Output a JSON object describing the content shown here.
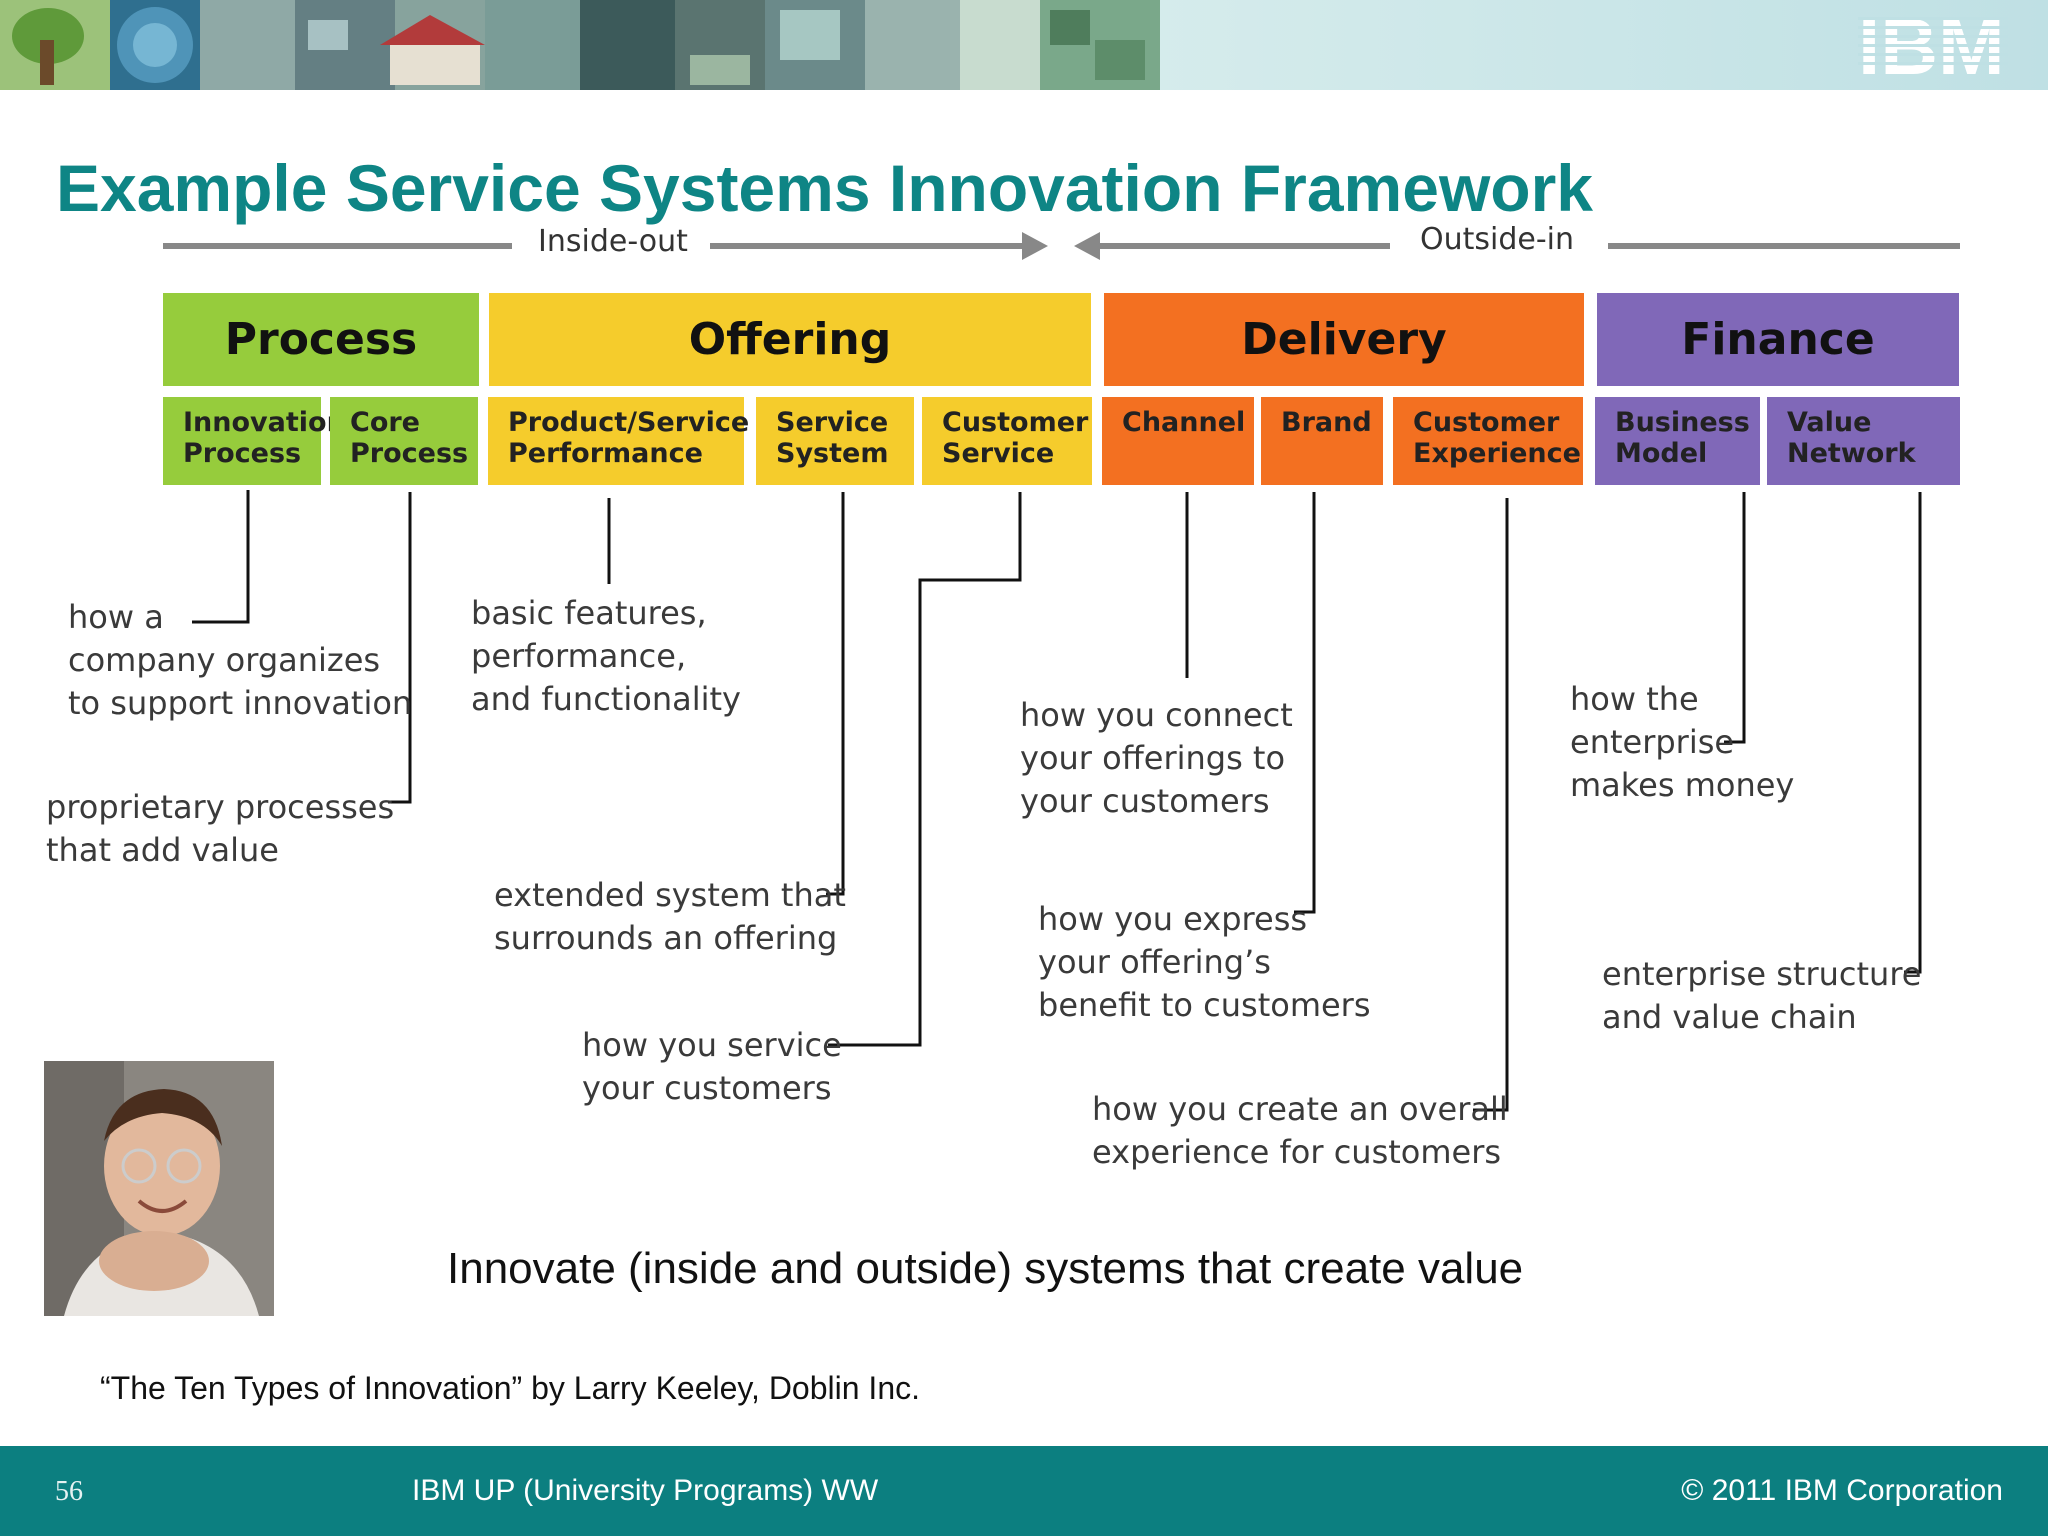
{
  "brand": {
    "logo_text": "IBM"
  },
  "slide": {
    "title": "Example Service Systems Innovation Framework",
    "inside_out": "Inside-out",
    "outside_in": "Outside-in",
    "caption": "Innovate (inside and outside) systems that create value",
    "citation": "“The Ten Types of Innovation” by Larry Keeley, Doblin Inc."
  },
  "categories": [
    {
      "label": "Process",
      "color": "#96cc3c"
    },
    {
      "label": "Offering",
      "color": "#f5cc2c"
    },
    {
      "label": "Delivery",
      "color": "#f37021"
    },
    {
      "label": "Finance",
      "color": "#8068b8"
    }
  ],
  "types": [
    {
      "line1": "Innovation",
      "line2": "Process"
    },
    {
      "line1": "Core",
      "line2": "Process"
    },
    {
      "line1": "Product/Service",
      "line2": "Performance"
    },
    {
      "line1": "Service",
      "line2": "System"
    },
    {
      "line1": "Customer",
      "line2": "Service"
    },
    {
      "line1": "Channel",
      "line2": ""
    },
    {
      "line1": "Brand",
      "line2": ""
    },
    {
      "line1": "Customer",
      "line2": "Experience"
    },
    {
      "line1": "Business",
      "line2": "Model"
    },
    {
      "line1": "Value",
      "line2": "Network"
    }
  ],
  "descriptions": {
    "innovation_process": [
      "how a",
      "company organizes",
      "to support innovation"
    ],
    "core_process": [
      "proprietary processes",
      "that add value"
    ],
    "product_performance": [
      "basic features,",
      "performance,",
      "and functionality"
    ],
    "service_system": [
      "extended system that",
      "surrounds an offering"
    ],
    "customer_service": [
      "how you service",
      "your customers"
    ],
    "channel": [
      "how you connect",
      "your offerings to",
      "your customers"
    ],
    "brand": [
      "how you express",
      "your offering’s",
      "benefit to customers"
    ],
    "customer_experience": [
      "how you create an overall",
      "experience for customers"
    ],
    "business_model": [
      "how the",
      "enterprise",
      "makes money"
    ],
    "value_network": [
      "enterprise structure",
      "and value chain"
    ]
  },
  "footer": {
    "page_number": "56",
    "program": "IBM UP (University Programs) WW",
    "copyright": "© 2011 IBM Corporation"
  },
  "colors": {
    "title": "#0e8585",
    "footer": "#0c7f80",
    "process": "#96cc3c",
    "offering": "#f5cc2c",
    "delivery": "#f37021",
    "finance": "#8068b8"
  }
}
